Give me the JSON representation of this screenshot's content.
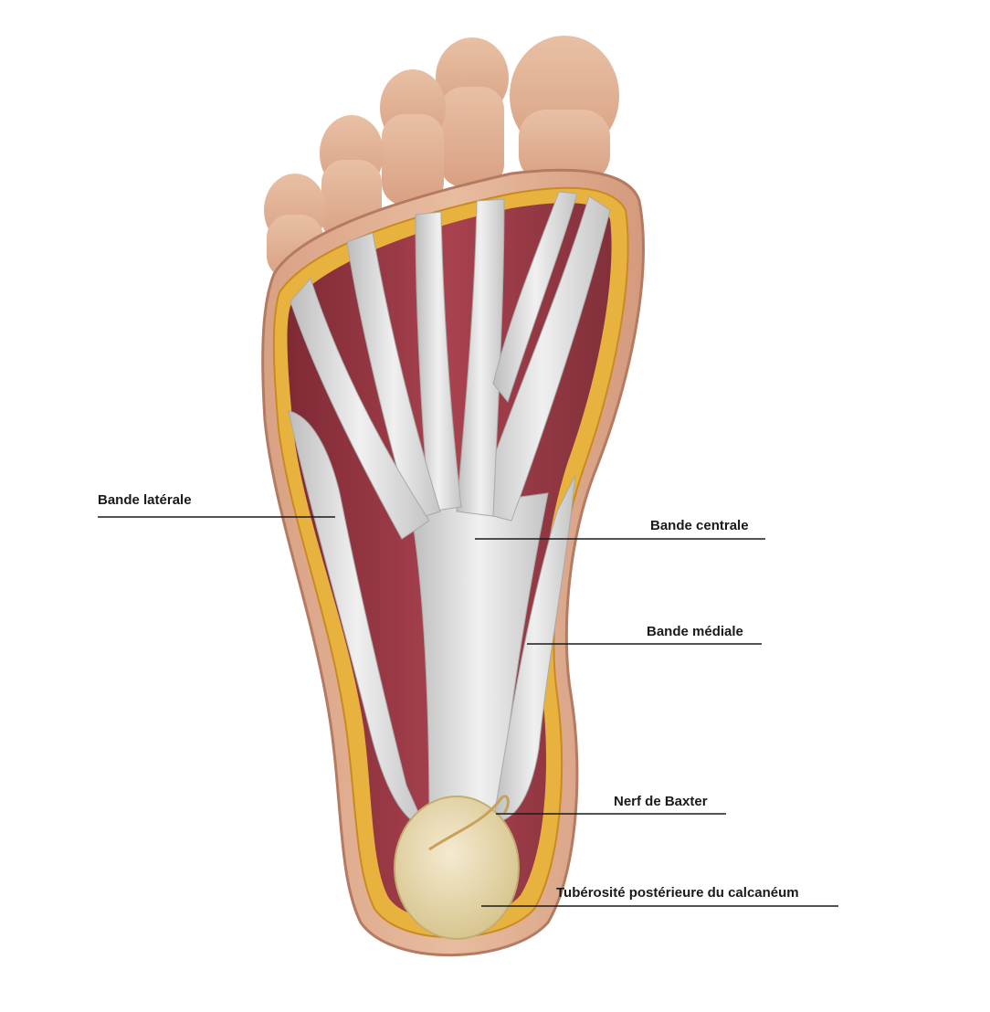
{
  "labels": {
    "lateral_band": "Bande latérale",
    "central_band": "Bande centrale",
    "medial_band": "Bande médiale",
    "baxter_nerve": "Nerf de Baxter",
    "calcaneus_tuberosity": "Tubérosité postérieure du calcanéum"
  },
  "colors": {
    "skin": "#e3b496",
    "skin_shadow": "#c98f74",
    "fat": "#e8b23f",
    "muscle": "#9e3a46",
    "fascia": "#d9d9d9",
    "bone": "#eadcae"
  }
}
